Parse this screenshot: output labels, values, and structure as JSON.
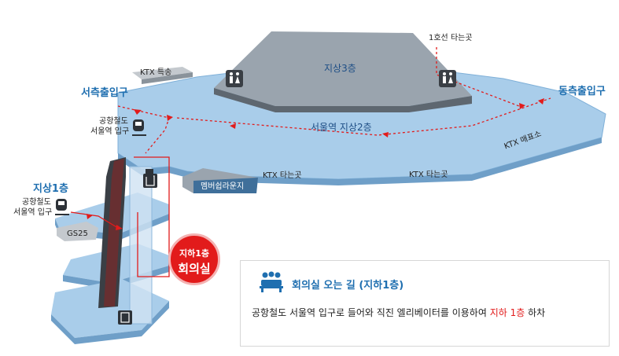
{
  "map": {
    "floor3_label": "지상3층",
    "floor2_label": "서울역 지상2층",
    "floor1_label": "지상1층",
    "west_exit": "서측출입구",
    "east_exit": "동측출입구",
    "ktx_shop": "KTX 특송",
    "line1_platform": "1호선 타는곳",
    "arex_entrance_upper": [
      "공항철도",
      "서울역 입구"
    ],
    "arex_entrance_lower": [
      "공항철도",
      "서울역 입구"
    ],
    "ktx_platform_left": "KTX 타는곳",
    "ktx_platform_right": "KTX 타는곳",
    "ktx_ticket": "KTX 매표소",
    "lounge": "멤버쉽라운지",
    "gs25": "GS25",
    "callout_line1": "지하1층",
    "callout_line2": "회의실",
    "colors": {
      "floor_top": "#a9cdea",
      "floor_edge": "#6f9fc8",
      "floor3": "#9aa4ae",
      "route": "#e21b1b",
      "label_blue": "#1f6fb0"
    }
  },
  "legend": {
    "title": "회의실 오는 길 (지하1층)",
    "text_pre": "공항철도 서울역 입구로 들어와 직진 엘리베이터를 이용하여",
    "text_highlight": "지하 1층",
    "text_post": "하차",
    "icon": "meeting-room-icon"
  }
}
